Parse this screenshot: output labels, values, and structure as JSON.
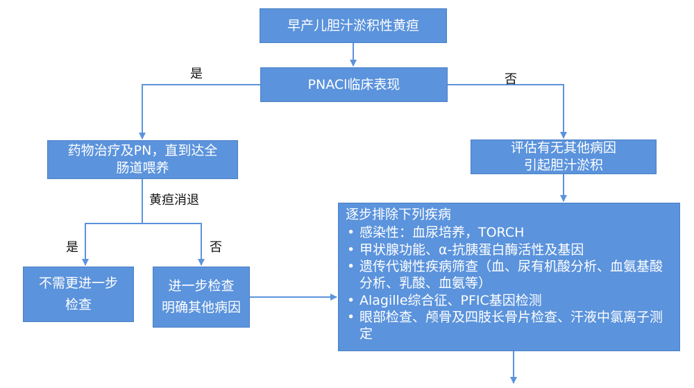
{
  "nodes": {
    "start": "早产儿胆汁淤积性黄疸",
    "pnac": "PNACl临床表现",
    "treat": [
      "药物治疗及PN，直到达全",
      "肠道喂养"
    ],
    "assess": [
      "评估有无其他病因",
      "引起胆汁淤积"
    ],
    "no_further": [
      "不需更进一步",
      "检查"
    ],
    "further": [
      "进一步检查",
      "明确其他病因"
    ]
  },
  "edge_labels": {
    "pnac_yes": "是",
    "pnac_no": "否",
    "jaundice_resolved": "黄疸消退",
    "resolved_yes": "是",
    "resolved_no": "否"
  },
  "exclusion": {
    "title": "逐步排除下列疾病",
    "items": [
      "感染性：血尿培养，TORCH",
      "甲状腺功能、α-抗胰蛋白酶活性及基因",
      "遗传代谢性疾病筛查（血、尿有机酸分析、血氨基酸分析、乳酸、血氨等）",
      "Alagille综合征、PFIC基因检测",
      "眼部检查、颅骨及四肢长骨片检查、汗液中氯离子测定"
    ]
  },
  "colors": {
    "box": "#5b93dc",
    "line": "#5b93dc"
  }
}
